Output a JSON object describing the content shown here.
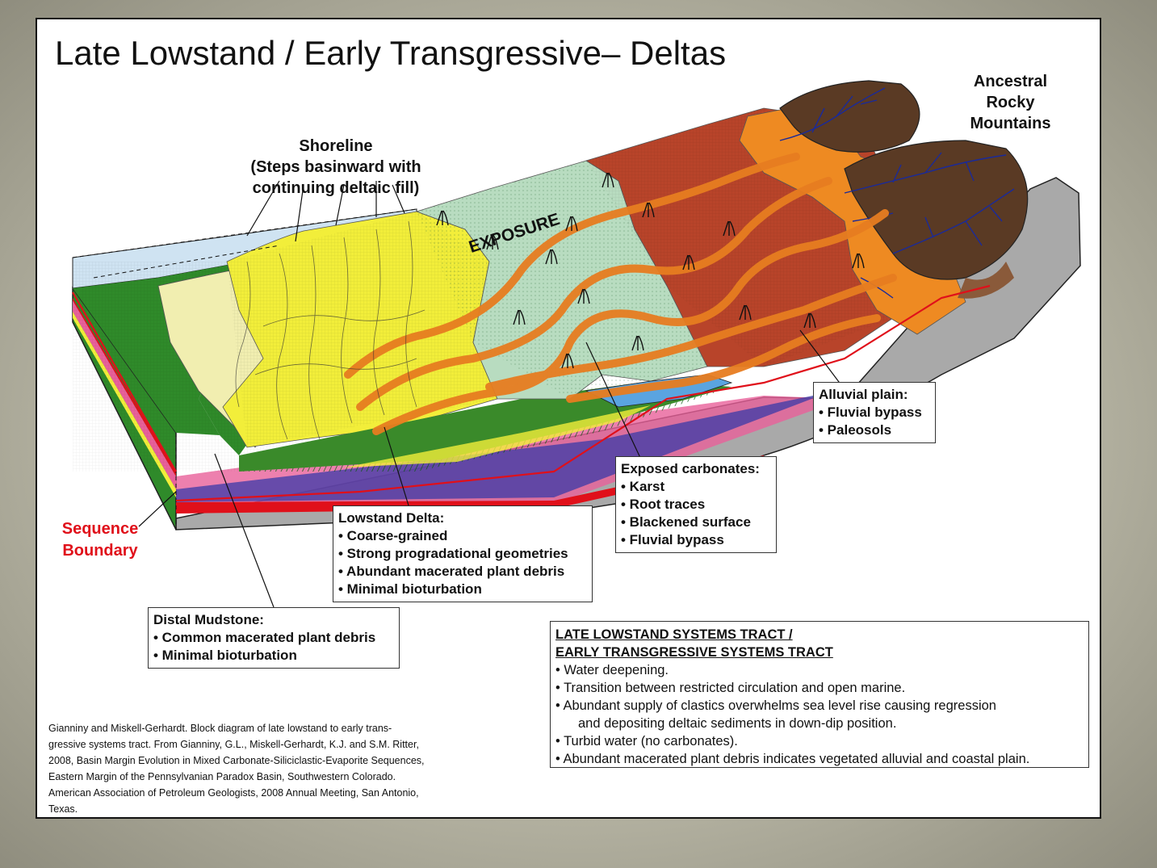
{
  "title": "Late Lowstand / Early Transgressive– Deltas",
  "labels": {
    "mountains": [
      "Ancestral",
      "Rocky",
      "Mountains"
    ],
    "shoreline": [
      "Shoreline",
      "(Steps basinward with",
      "continuing deltaic fill)"
    ],
    "exposure": "EXPOSURE",
    "sequence_boundary": [
      "Sequence",
      "Boundary"
    ]
  },
  "callouts": {
    "alluvial": {
      "heading": "Alluvial plain:",
      "items": [
        "• Fluvial bypass",
        "• Paleosols"
      ]
    },
    "carbonates": {
      "heading": "Exposed carbonates:",
      "items": [
        "• Karst",
        "• Root traces",
        "• Blackened surface",
        "• Fluvial bypass"
      ]
    },
    "lowstand": {
      "heading": "Lowstand Delta:",
      "items": [
        "• Coarse-grained",
        "• Strong progradational geometries",
        "• Abundant macerated plant debris",
        "• Minimal bioturbation"
      ]
    },
    "distal": {
      "heading": "Distal Mudstone:",
      "items": [
        "• Common macerated plant debris",
        "• Minimal bioturbation"
      ]
    }
  },
  "tract_box": {
    "heading1": " LATE LOWSTAND SYSTEMS TRACT /",
    "heading2": "EARLY TRANSGRESSIVE SYSTEMS TRACT",
    "items": [
      "• Water deepening.",
      "• Transition between restricted circulation and open marine.",
      "• Abundant supply of clastics overwhelms sea level rise causing regression",
      "and depositing deltaic sediments in down-dip position.",
      "• Turbid water (no carbonates).",
      "• Abundant macerated plant debris indicates vegetated alluvial and coastal plain."
    ]
  },
  "citation": [
    "Gianniny and Miskell-Gerhardt.  Block diagram of late lowstand  to early trans-",
    "gressive systems tract.  From Gianniny, G.L., Miskell-Gerhardt, K.J. and S.M. Ritter,",
    "2008, Basin Margin Evolution in Mixed Carbonate-Siliciclastic-Evaporite Sequences,",
    "Eastern Margin of the Pennsylvanian Paradox Basin, Southwestern Colorado.",
    "American Association of Petroleum Geologists, 2008 Annual Meeting, San Antonio,",
    "Texas."
  ],
  "colors": {
    "water": "#cfe3f2",
    "marine_green": "#2f8a2a",
    "delta_yellow": "#f2ee3a",
    "pale_yellow": "#f1eeb0",
    "carbonate_teal": "#b8dcc0",
    "alluvial_red": "#b8442a",
    "fan_orange": "#ee8a22",
    "mountain_brown": "#5a3a24",
    "bedrock_gray": "#a9a9a9",
    "sequence_red": "#e0101a"
  }
}
